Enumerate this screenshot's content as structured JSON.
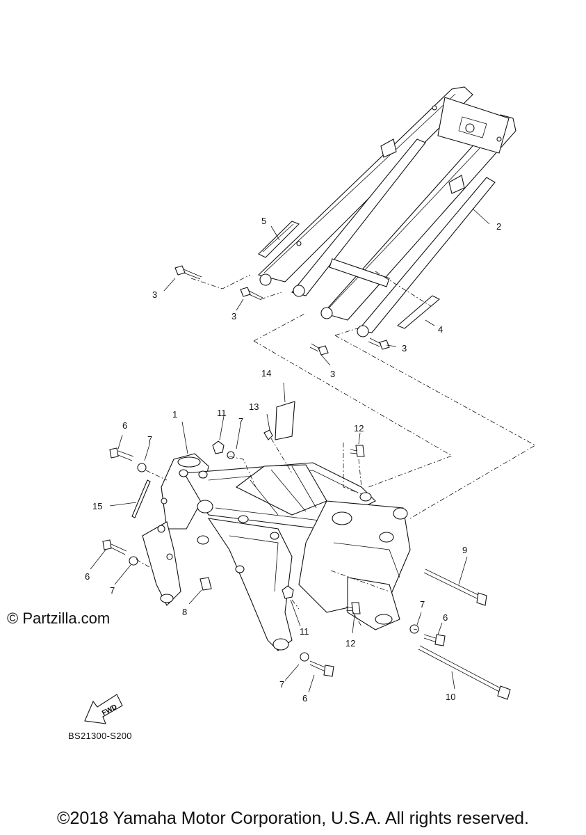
{
  "watermark": "© Partzilla.com",
  "diagram_code": "BS21300-S200",
  "copyright": "©2018 Yamaha Motor Corporation, U.S.A. All rights reserved.",
  "fwd_label": "FWD",
  "callouts": {
    "c1": "1",
    "c2": "2",
    "c3a": "3",
    "c3b": "3",
    "c3c": "3",
    "c3d": "3",
    "c4": "4",
    "c5": "5",
    "c6a": "6",
    "c6b": "6",
    "c6c": "6",
    "c6d": "6",
    "c7a": "7",
    "c7b": "7",
    "c7c": "7",
    "c7d": "7",
    "c7e": "7",
    "c8": "8",
    "c9": "9",
    "c10": "10",
    "c11a": "11",
    "c11b": "11",
    "c12a": "12",
    "c12b": "12",
    "c13": "13",
    "c14": "14",
    "c15": "15"
  }
}
